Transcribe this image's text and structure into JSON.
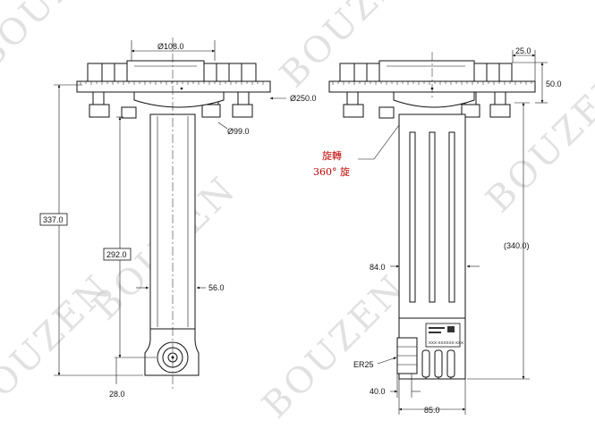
{
  "watermark": "BOUZEN",
  "annotation": {
    "rotation_label_line1": "旋轉",
    "rotation_label_line2": "360° 旋"
  },
  "dimensions": {
    "top_dia": "Ø108.0",
    "flange_dia": "Ø250.0",
    "bolt_dia": "Ø99.0",
    "overall_height": "337.0",
    "arm_length": "292.0",
    "arm_width": "56.0",
    "nose_width": "28.0",
    "top_offset": "25.0",
    "flange_height": "50.0",
    "ref_height": "(340.0)",
    "body_width": "84.0",
    "collet": "ER25",
    "nut_offset": "40.0",
    "head_width": "85.0"
  },
  "plate_text": "XXX-XXXXXX-XXX"
}
